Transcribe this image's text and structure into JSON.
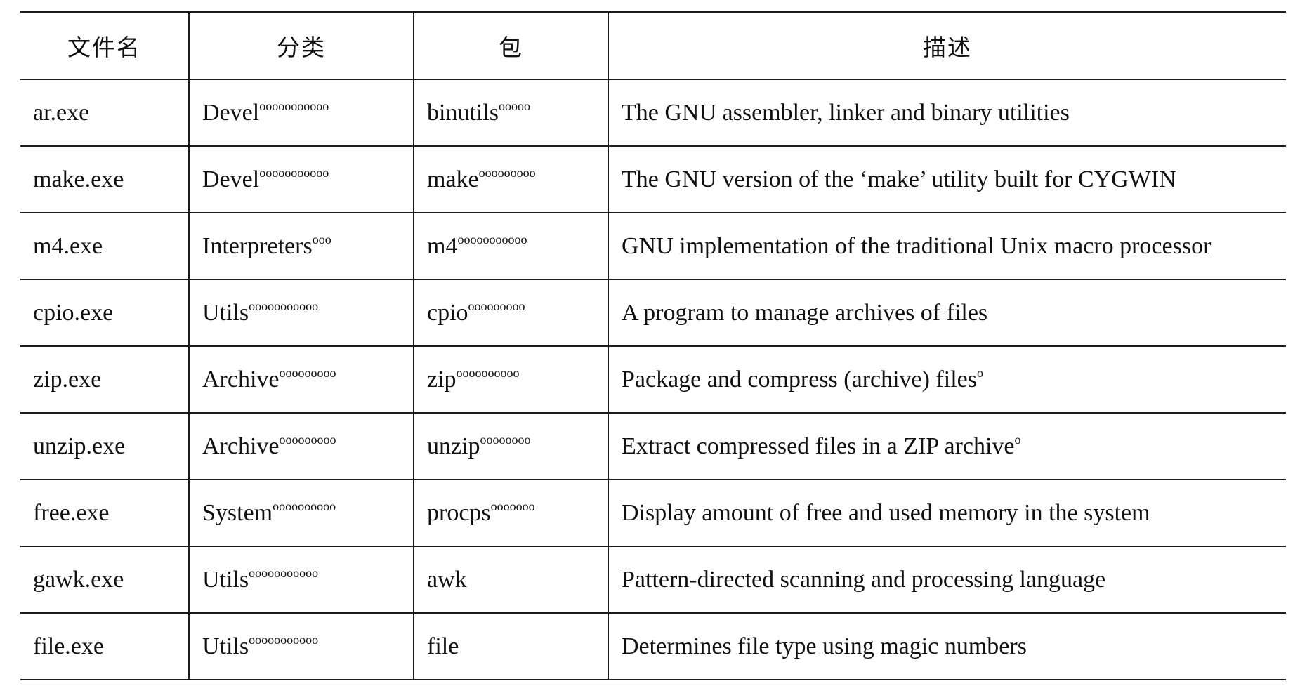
{
  "table": {
    "headers": [
      "文件名",
      "分类",
      "包",
      "描述"
    ],
    "rows": [
      {
        "file": "ar.exe",
        "category": "Devel",
        "category_sup": "ooooooooooo",
        "package": "binutils",
        "package_sup": "ooooo",
        "description": "The GNU assembler, linker and binary utilities",
        "description_sup": ""
      },
      {
        "file": "make.exe",
        "category": "Devel",
        "category_sup": "ooooooooooo",
        "package": "make",
        "package_sup": "ooooooooo",
        "description": "The GNU version of the ‘make’ utility built for CYGWIN",
        "description_sup": ""
      },
      {
        "file": "m4.exe",
        "category": "Interpreters",
        "category_sup": "ooo",
        "package": "m4",
        "package_sup": "ooooooooooo",
        "description": "GNU implementation of the traditional Unix macro processor",
        "description_sup": ""
      },
      {
        "file": "cpio.exe",
        "category": "Utils",
        "category_sup": "ooooooooooo",
        "package": "cpio",
        "package_sup": "ooooooooo",
        "description": "A program to manage archives of files",
        "description_sup": ""
      },
      {
        "file": "zip.exe",
        "category": "Archive",
        "category_sup": "ooooooooo",
        "package": "zip",
        "package_sup": "oooooooooo",
        "description": "Package and compress (archive) files",
        "description_sup": "o"
      },
      {
        "file": "unzip.exe",
        "category": "Archive",
        "category_sup": "ooooooooo",
        "package": "unzip",
        "package_sup": "oooooooo",
        "description": "Extract compressed files in a ZIP archive",
        "description_sup": "o"
      },
      {
        "file": "free.exe",
        "category": "System",
        "category_sup": "oooooooooo",
        "package": "procps",
        "package_sup": "ooooooo",
        "description": "Display amount of free and used memory in the system",
        "description_sup": ""
      },
      {
        "file": "gawk.exe",
        "category": "Utils",
        "category_sup": "ooooooooooo",
        "package": "awk",
        "package_sup": "",
        "description": "Pattern-directed scanning and processing language",
        "description_sup": ""
      },
      {
        "file": "file.exe",
        "category": "Utils",
        "category_sup": "ooooooooooo",
        "package": "file",
        "package_sup": "",
        "description": "Determines file type using magic numbers",
        "description_sup": ""
      }
    ]
  }
}
